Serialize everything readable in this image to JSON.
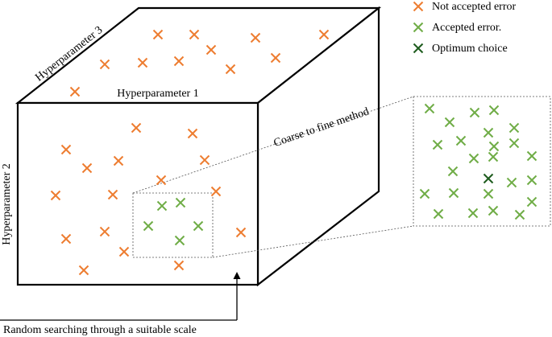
{
  "legend": [
    {
      "label": "Not accepted error",
      "color": "#ED7D31"
    },
    {
      "label": "Accepted error.",
      "color": "#70AD47"
    },
    {
      "label": "Optimum choice",
      "color": "#1E5C1E"
    }
  ],
  "axes": {
    "h1": "Hyperparameter 1",
    "h2": "Hyperparameter 2",
    "h3": "Hyperparameter 3"
  },
  "annotations": {
    "coarse_to_fine": "Coarse to fine method",
    "random_search": "Random searching through a suitable scale"
  },
  "colors": {
    "not_accepted": "#ED7D31",
    "accepted": "#70AD47",
    "optimum": "#1E5C1E",
    "stroke": "#000000"
  },
  "icons": {
    "marker": "x-mark-icon",
    "pointer": "arrow-up-icon"
  }
}
